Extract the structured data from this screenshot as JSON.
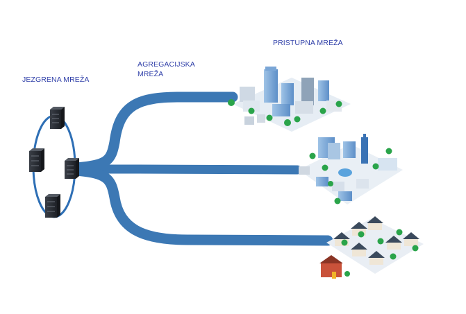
{
  "labels": {
    "core": "JEZGRENA MREŽA",
    "aggregation_line1": "AGREGACIJSKA",
    "aggregation_line2": "MREŽA",
    "access": "PRISTUPNA MREŽA"
  },
  "colors": {
    "label_text": "#2f3fa8",
    "link_blue": "#3c78b4",
    "ring_blue": "#2e6fb5",
    "server_dark": "#2b2f36",
    "tree_green": "#2aa44a"
  },
  "icons": [
    "server-icon",
    "city-cluster-icon",
    "campus-cluster-icon",
    "residential-cluster-icon"
  ]
}
